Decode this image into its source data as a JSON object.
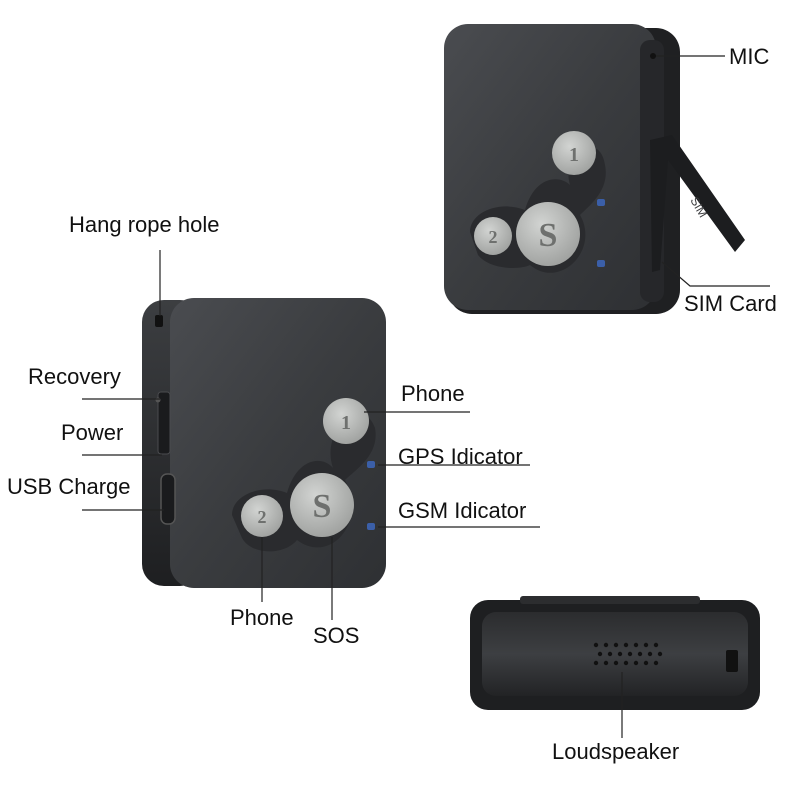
{
  "labels": {
    "mic": "MIC",
    "sim_card": "SIM Card",
    "hang_rope_hole": "Hang rope hole",
    "recovery": "Recovery",
    "power": "Power",
    "usb_charge": "USB Charge",
    "phone_top": "Phone",
    "gps_indicator": "GPS Idicator",
    "gsm_indicator": "GSM Idicator",
    "phone_bottom": "Phone",
    "sos": "SOS",
    "loudspeaker": "Loudspeaker"
  },
  "buttons": {
    "one": "1",
    "two": "2",
    "sos": "S"
  },
  "sim_tray_text": "SIM",
  "colors": {
    "device_body": "#3a3c3f",
    "device_edge": "#2a2b2d",
    "button_gray": "#b4b6b4",
    "led_blue": "#3b5fa8"
  }
}
